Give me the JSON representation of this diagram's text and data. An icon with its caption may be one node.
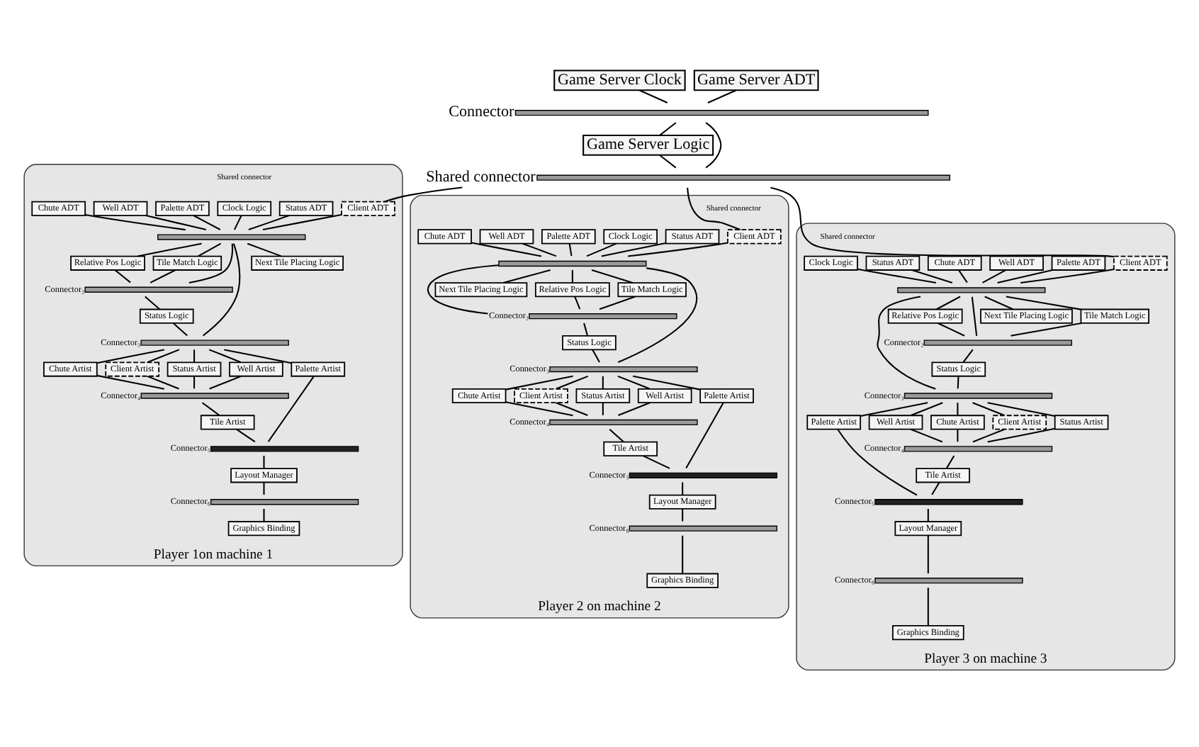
{
  "diagram": {
    "nodes": [
      {
        "text": [
          "Game Server Clock"
        ]
      },
      {
        "text": [
          "Game Server ADT"
        ]
      },
      {
        "text": [
          "Connector"
        ]
      },
      {
        "text": [
          "Game Server Logic"
        ]
      },
      {
        "text": [
          "Shared connector"
        ]
      },
      {
        "text": [
          "Player 1on machine 1"
        ]
      },
      {
        "text": [
          "Clock Logic"
        ],
        "in": 5
      },
      {
        "text": [
          "Status ADT"
        ],
        "in": 5
      },
      {
        "text": [
          "Chute ADT"
        ],
        "in": 5
      },
      {
        "text": [
          "Well ADT"
        ],
        "in": 5
      },
      {
        "text": [
          "Palette ADT"
        ],
        "in": 5
      },
      {
        "text": [
          "Client ADT"
        ],
        "in": 5
      },
      {
        "text": [],
        "shape": "bar",
        "in": 5
      },
      {
        "text": [
          "Next Tile Placing Logic"
        ],
        "in": 5
      },
      {
        "text": [
          "Tile Match Logic"
        ],
        "in": 5
      },
      {
        "text": [
          "Relative Pos Logic"
        ],
        "in": 5
      },
      {
        "text": [
          "Connector₂"
        ],
        "in": 5
      },
      {
        "text": [
          "Status Logic"
        ],
        "in": 5
      },
      {
        "text": [
          "Connector₃"
        ],
        "in": 5
      },
      {
        "text": [
          "Status Artist"
        ],
        "in": 5
      },
      {
        "text": [
          "Well Artist"
        ],
        "in": 5
      },
      {
        "text": [
          "Chute Artist"
        ],
        "in": 5
      },
      {
        "text": [
          "Palette Artist"
        ],
        "in": 5
      },
      {
        "text": [
          "Client Artist"
        ],
        "in": 5
      },
      {
        "text": [
          "Connector₄"
        ],
        "in": 5
      },
      {
        "text": [
          "Tile Artist"
        ],
        "in": 5
      },
      {
        "text": [
          "Connector₅"
        ],
        "in": 5
      },
      {
        "text": [
          "Layout Manager"
        ],
        "in": 5
      },
      {
        "text": [
          "Connector₆"
        ],
        "in": 5
      },
      {
        "text": [
          "Graphics Binding"
        ],
        "in": 5
      },
      {
        "text": [
          "Player 2 on machine 2"
        ]
      },
      {
        "text": [
          "Clock Logic"
        ],
        "in": 30
      },
      {
        "text": [
          "Status ADT"
        ],
        "in": 30
      },
      {
        "text": [
          "Chute ADT"
        ],
        "in": 30
      },
      {
        "text": [
          "Well ADT"
        ],
        "in": 30
      },
      {
        "text": [
          "Palette ADT"
        ],
        "in": 30
      },
      {
        "text": [
          "Client ADT"
        ],
        "in": 30
      },
      {
        "text": [],
        "shape": "bar",
        "in": 30
      },
      {
        "text": [
          "Next Tile Placing Logic"
        ],
        "in": 30
      },
      {
        "text": [
          "Tile Match Logic"
        ],
        "in": 30
      },
      {
        "text": [
          "Relative Pos Logic"
        ],
        "in": 30
      },
      {
        "text": [
          "Connector₂"
        ],
        "in": 30
      },
      {
        "text": [
          "Status Logic"
        ],
        "in": 30
      },
      {
        "text": [
          "Connector₃"
        ],
        "in": 30
      },
      {
        "text": [
          "Status Artist"
        ],
        "in": 30
      },
      {
        "text": [
          "Well Artist"
        ],
        "in": 30
      },
      {
        "text": [
          "Chute Artist"
        ],
        "in": 30
      },
      {
        "text": [
          "Palette Artist"
        ],
        "in": 30
      },
      {
        "text": [
          "Client Artist"
        ],
        "in": 30
      },
      {
        "text": [
          "Connector₄"
        ],
        "in": 30
      },
      {
        "text": [
          "Tile Artist"
        ],
        "in": 30
      },
      {
        "text": [
          "Connector₅"
        ],
        "in": 30
      },
      {
        "text": [
          "Layout Manager"
        ],
        "in": 30
      },
      {
        "text": [
          "Connector₆"
        ],
        "in": 30
      },
      {
        "text": [
          "Graphics Binding"
        ],
        "in": 30
      },
      {
        "text": [
          "Player 3 on machine 3"
        ]
      },
      {
        "text": [
          "Clock Logic"
        ],
        "in": 55
      },
      {
        "text": [
          "Status ADT"
        ],
        "in": 55
      },
      {
        "text": [
          "Chute ADT"
        ],
        "in": 55
      },
      {
        "text": [
          "Well ADT"
        ],
        "in": 55
      },
      {
        "text": [
          "Palette ADT"
        ],
        "in": 55
      },
      {
        "text": [
          "Client ADT"
        ],
        "in": 55
      },
      {
        "text": [],
        "shape": "bar",
        "in": 55
      },
      {
        "text": [
          "Next Tile Placing Logic"
        ],
        "in": 55
      },
      {
        "text": [
          "Tile Match Logic"
        ],
        "in": 55
      },
      {
        "text": [
          "Relative Pos Logic"
        ],
        "in": 55
      },
      {
        "text": [
          "Connector₂"
        ],
        "in": 55
      },
      {
        "text": [
          "Status Logic"
        ],
        "in": 55
      },
      {
        "text": [
          "Connector₃"
        ],
        "in": 55
      },
      {
        "text": [
          "Status Artist"
        ],
        "in": 55
      },
      {
        "text": [
          "Well Artist"
        ],
        "in": 55
      },
      {
        "text": [
          "Chute Artist"
        ],
        "in": 55
      },
      {
        "text": [
          "Palette Artist"
        ],
        "in": 55
      },
      {
        "text": [
          "Client Artist"
        ],
        "in": 55
      },
      {
        "text": [
          "Connector₄"
        ],
        "in": 55
      },
      {
        "text": [
          "Tile Artist"
        ],
        "in": 55
      },
      {
        "text": [
          "Connector₅"
        ],
        "in": 55
      },
      {
        "text": [
          "Layout Manager"
        ],
        "in": 55
      },
      {
        "text": [
          "Connector₆"
        ],
        "in": 55
      },
      {
        "text": [
          "Graphics Binding"
        ],
        "in": 55
      }
    ],
    "edges": [
      {
        "from": 0,
        "to": 2,
        "arrow": "none"
      },
      {
        "from": 1,
        "to": 2,
        "arrow": "none"
      },
      {
        "from": 2,
        "to": 3,
        "arrow": "none"
      },
      {
        "from": 2,
        "to": 4,
        "arrow": "none"
      },
      {
        "from": 3,
        "to": 4,
        "arrow": "none"
      },
      {
        "from": 4,
        "to": 11,
        "arrow": "none"
      },
      {
        "from": 4,
        "to": 36,
        "arrow": "none"
      },
      {
        "from": 4,
        "to": 61,
        "arrow": "none"
      },
      {
        "from": 6,
        "to": 12,
        "arrow": "none"
      },
      {
        "from": 7,
        "to": 12,
        "arrow": "none"
      },
      {
        "from": 8,
        "to": 12,
        "arrow": "none"
      },
      {
        "from": 9,
        "to": 12,
        "arrow": "none"
      },
      {
        "from": 10,
        "to": 12,
        "arrow": "none"
      },
      {
        "from": 11,
        "to": 12,
        "arrow": "none"
      },
      {
        "from": 12,
        "to": 13,
        "arrow": "none"
      },
      {
        "from": 12,
        "to": 14,
        "arrow": "none"
      },
      {
        "from": 12,
        "to": 15,
        "arrow": "none"
      },
      {
        "from": 12,
        "to": 16,
        "arrow": "none"
      },
      {
        "from": 12,
        "to": 18,
        "arrow": "none"
      },
      {
        "from": 14,
        "to": 16,
        "arrow": "none"
      },
      {
        "from": 15,
        "to": 16,
        "arrow": "none"
      },
      {
        "from": 16,
        "to": 17,
        "arrow": "none"
      },
      {
        "from": 17,
        "to": 18,
        "arrow": "none"
      },
      {
        "from": 18,
        "to": 19,
        "arrow": "none"
      },
      {
        "from": 18,
        "to": 20,
        "arrow": "none"
      },
      {
        "from": 18,
        "to": 21,
        "arrow": "none"
      },
      {
        "from": 18,
        "to": 22,
        "arrow": "none"
      },
      {
        "from": 18,
        "to": 23,
        "arrow": "none"
      },
      {
        "from": 19,
        "to": 24,
        "arrow": "none"
      },
      {
        "from": 20,
        "to": 24,
        "arrow": "none"
      },
      {
        "from": 21,
        "to": 24,
        "arrow": "none"
      },
      {
        "from": 23,
        "to": 24,
        "arrow": "none"
      },
      {
        "from": 22,
        "to": 26,
        "arrow": "none"
      },
      {
        "from": 24,
        "to": 25,
        "arrow": "none"
      },
      {
        "from": 25,
        "to": 26,
        "arrow": "none"
      },
      {
        "from": 26,
        "to": 27,
        "arrow": "none"
      },
      {
        "from": 27,
        "to": 28,
        "arrow": "none"
      },
      {
        "from": 28,
        "to": 29,
        "arrow": "none"
      },
      {
        "from": 31,
        "to": 37,
        "arrow": "none"
      },
      {
        "from": 32,
        "to": 37,
        "arrow": "none"
      },
      {
        "from": 33,
        "to": 37,
        "arrow": "none"
      },
      {
        "from": 34,
        "to": 37,
        "arrow": "none"
      },
      {
        "from": 35,
        "to": 37,
        "arrow": "none"
      },
      {
        "from": 36,
        "to": 37,
        "arrow": "none"
      },
      {
        "from": 37,
        "to": 38,
        "arrow": "none"
      },
      {
        "from": 37,
        "to": 39,
        "arrow": "none"
      },
      {
        "from": 37,
        "to": 40,
        "arrow": "none"
      },
      {
        "from": 37,
        "to": 41,
        "arrow": "none"
      },
      {
        "from": 37,
        "to": 43,
        "arrow": "none"
      },
      {
        "from": 39,
        "to": 41,
        "arrow": "none"
      },
      {
        "from": 40,
        "to": 41,
        "arrow": "none"
      },
      {
        "from": 41,
        "to": 42,
        "arrow": "none"
      },
      {
        "from": 42,
        "to": 43,
        "arrow": "none"
      },
      {
        "from": 43,
        "to": 44,
        "arrow": "none"
      },
      {
        "from": 43,
        "to": 45,
        "arrow": "none"
      },
      {
        "from": 43,
        "to": 46,
        "arrow": "none"
      },
      {
        "from": 43,
        "to": 47,
        "arrow": "none"
      },
      {
        "from": 43,
        "to": 48,
        "arrow": "none"
      },
      {
        "from": 44,
        "to": 49,
        "arrow": "none"
      },
      {
        "from": 45,
        "to": 49,
        "arrow": "none"
      },
      {
        "from": 46,
        "to": 49,
        "arrow": "none"
      },
      {
        "from": 48,
        "to": 49,
        "arrow": "none"
      },
      {
        "from": 47,
        "to": 51,
        "arrow": "none"
      },
      {
        "from": 49,
        "to": 50,
        "arrow": "none"
      },
      {
        "from": 50,
        "to": 51,
        "arrow": "none"
      },
      {
        "from": 51,
        "to": 52,
        "arrow": "none"
      },
      {
        "from": 52,
        "to": 53,
        "arrow": "none"
      },
      {
        "from": 53,
        "to": 54,
        "arrow": "none"
      },
      {
        "from": 56,
        "to": 62,
        "arrow": "none"
      },
      {
        "from": 57,
        "to": 62,
        "arrow": "none"
      },
      {
        "from": 58,
        "to": 62,
        "arrow": "none"
      },
      {
        "from": 59,
        "to": 62,
        "arrow": "none"
      },
      {
        "from": 60,
        "to": 62,
        "arrow": "none"
      },
      {
        "from": 61,
        "to": 62,
        "arrow": "none"
      },
      {
        "from": 62,
        "to": 63,
        "arrow": "none"
      },
      {
        "from": 62,
        "to": 64,
        "arrow": "none"
      },
      {
        "from": 62,
        "to": 65,
        "arrow": "none"
      },
      {
        "from": 62,
        "to": 66,
        "arrow": "none"
      },
      {
        "from": 62,
        "to": 68,
        "arrow": "none"
      },
      {
        "from": 64,
        "to": 66,
        "arrow": "none"
      },
      {
        "from": 65,
        "to": 66,
        "arrow": "none"
      },
      {
        "from": 66,
        "to": 67,
        "arrow": "none"
      },
      {
        "from": 67,
        "to": 68,
        "arrow": "none"
      },
      {
        "from": 68,
        "to": 69,
        "arrow": "none"
      },
      {
        "from": 68,
        "to": 70,
        "arrow": "none"
      },
      {
        "from": 68,
        "to": 71,
        "arrow": "none"
      },
      {
        "from": 68,
        "to": 72,
        "arrow": "none"
      },
      {
        "from": 68,
        "to": 73,
        "arrow": "none"
      },
      {
        "from": 69,
        "to": 74,
        "arrow": "none"
      },
      {
        "from": 70,
        "to": 74,
        "arrow": "none"
      },
      {
        "from": 71,
        "to": 74,
        "arrow": "none"
      },
      {
        "from": 73,
        "to": 74,
        "arrow": "none"
      },
      {
        "from": 72,
        "to": 76,
        "arrow": "none"
      },
      {
        "from": 74,
        "to": 75,
        "arrow": "none"
      },
      {
        "from": 75,
        "to": 76,
        "arrow": "none"
      },
      {
        "from": 76,
        "to": 77,
        "arrow": "none"
      },
      {
        "from": 77,
        "to": 78,
        "arrow": "none"
      },
      {
        "from": 78,
        "to": 79,
        "arrow": "none"
      }
    ],
    "labels": [
      "Shared connector",
      "Shared connector",
      "Shared connector"
    ]
  }
}
